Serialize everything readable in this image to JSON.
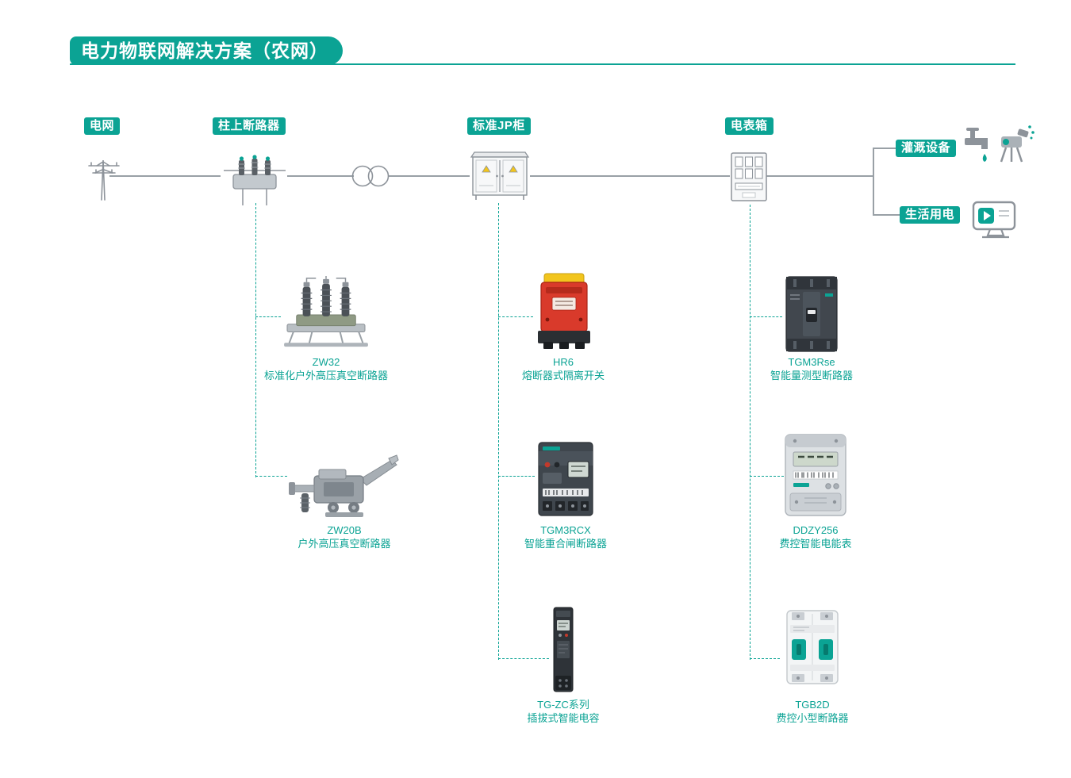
{
  "colors": {
    "accent": "#0ba394",
    "line": "#99a0a6"
  },
  "title": "电力物联网解决方案（农网）",
  "flow": {
    "grid_label": "电网",
    "pole_breaker_label": "柱上断路器",
    "jp_cabinet_label": "标准JP柜",
    "meter_box_label": "电表箱",
    "irrigation_label": "灌溉设备",
    "household_label": "生活用电"
  },
  "products": {
    "zw32": {
      "model": "ZW32",
      "desc": "标准化户外高压真空断路器"
    },
    "zw20b": {
      "model": "ZW20B",
      "desc": "户外高压真空断路器"
    },
    "hr6": {
      "model": "HR6",
      "desc": "熔断器式隔离开关"
    },
    "tgm3rcx": {
      "model": "TGM3RCX",
      "desc": "智能重合闸断路器"
    },
    "tgzc": {
      "model": "TG-ZC系列",
      "desc": "插拔式智能电容"
    },
    "tgm3rse": {
      "model": "TGM3Rse",
      "desc": "智能量测型断路器"
    },
    "ddzy256": {
      "model": "DDZY256",
      "desc": "费控智能电能表"
    },
    "tgb2d": {
      "model": "TGB2D",
      "desc": "费控小型断路器"
    }
  },
  "icons": {
    "grid": "transmission-pole-icon",
    "pole_breaker": "pole-mounted-breaker-icon",
    "transformer": "transformer-icon",
    "jp_cabinet": "jp-cabinet-icon",
    "meter_box": "meter-box-icon",
    "irrigation": "faucet-sprinkler-icon",
    "household": "monitor-play-icon"
  }
}
